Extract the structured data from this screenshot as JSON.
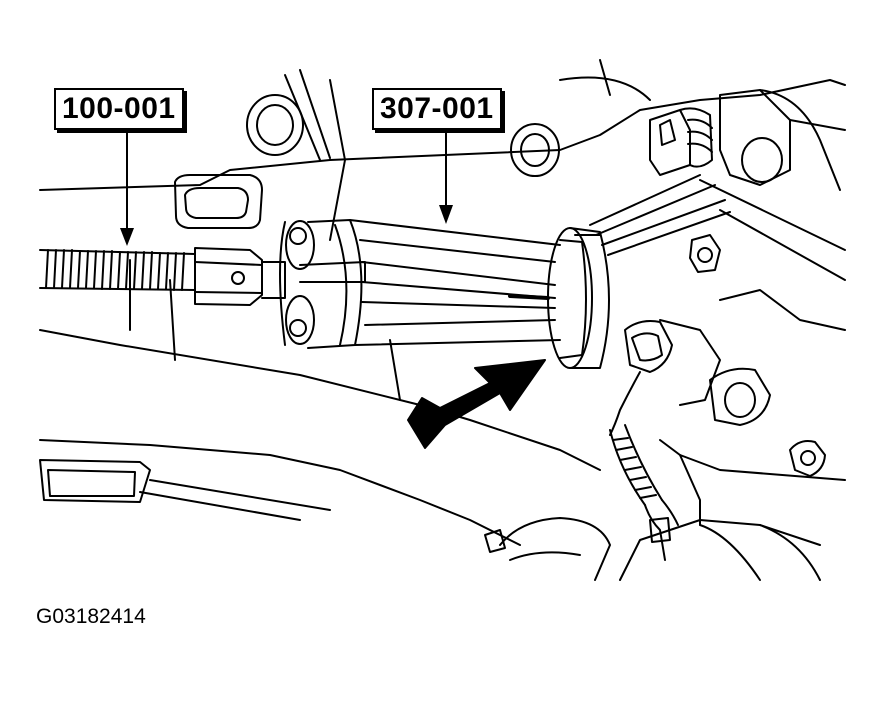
{
  "callouts": [
    {
      "label": "100-001"
    },
    {
      "label": "307-001"
    }
  ],
  "figure_id": "G03182414",
  "colors": {
    "line": "#000000",
    "background": "#ffffff"
  }
}
